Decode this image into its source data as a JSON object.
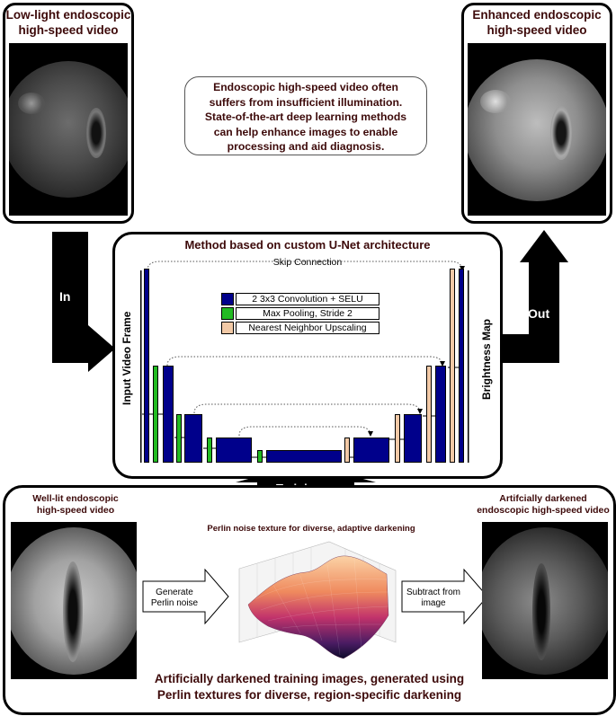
{
  "top_left": {
    "title_line1": "Low-light endoscopic",
    "title_line2": "high-speed video"
  },
  "top_right": {
    "title_line1": "Enhanced endoscopic",
    "title_line2": "high-speed video"
  },
  "callout": {
    "line1": "Endoscopic high-speed video often",
    "line2": "suffers from insufficient illumination.",
    "line3": "State-of-the-art deep learning methods",
    "line4": "can help enhance images to enable",
    "line5": "processing and aid diagnosis."
  },
  "arrows": {
    "in_label": "In",
    "out_label": "Out",
    "training_label": "Training"
  },
  "method": {
    "title": "Method based on custom U-Net architecture",
    "skip_connection": "Skip Connection",
    "input_label": "Input Video Frame",
    "output_label": "Brightness Map",
    "legend": [
      {
        "label": "2 3x3 Convolution + SELU",
        "color": "#00008b"
      },
      {
        "label": "Max Pooling, Stride 2",
        "color": "#22bb22"
      },
      {
        "label": "Nearest Neighbor Upscaling",
        "color": "#f2c9a6"
      }
    ]
  },
  "training": {
    "well_lit_line1": "Well-lit endoscopic",
    "well_lit_line2": "high-speed video",
    "perlin_title": "Perlin noise texture for diverse, adaptive darkening",
    "generate_line1": "Generate",
    "generate_line2": "Perlin noise",
    "subtract_line1": "Subtract from",
    "subtract_line2": "image",
    "darkened_line1": "Artifcially darkened",
    "darkened_line2": "endoscopic high-speed video",
    "bottom_line1": "Artificially darkened training images, generated using",
    "bottom_line2": "Perlin textures for diverse, region-specific darkening"
  }
}
